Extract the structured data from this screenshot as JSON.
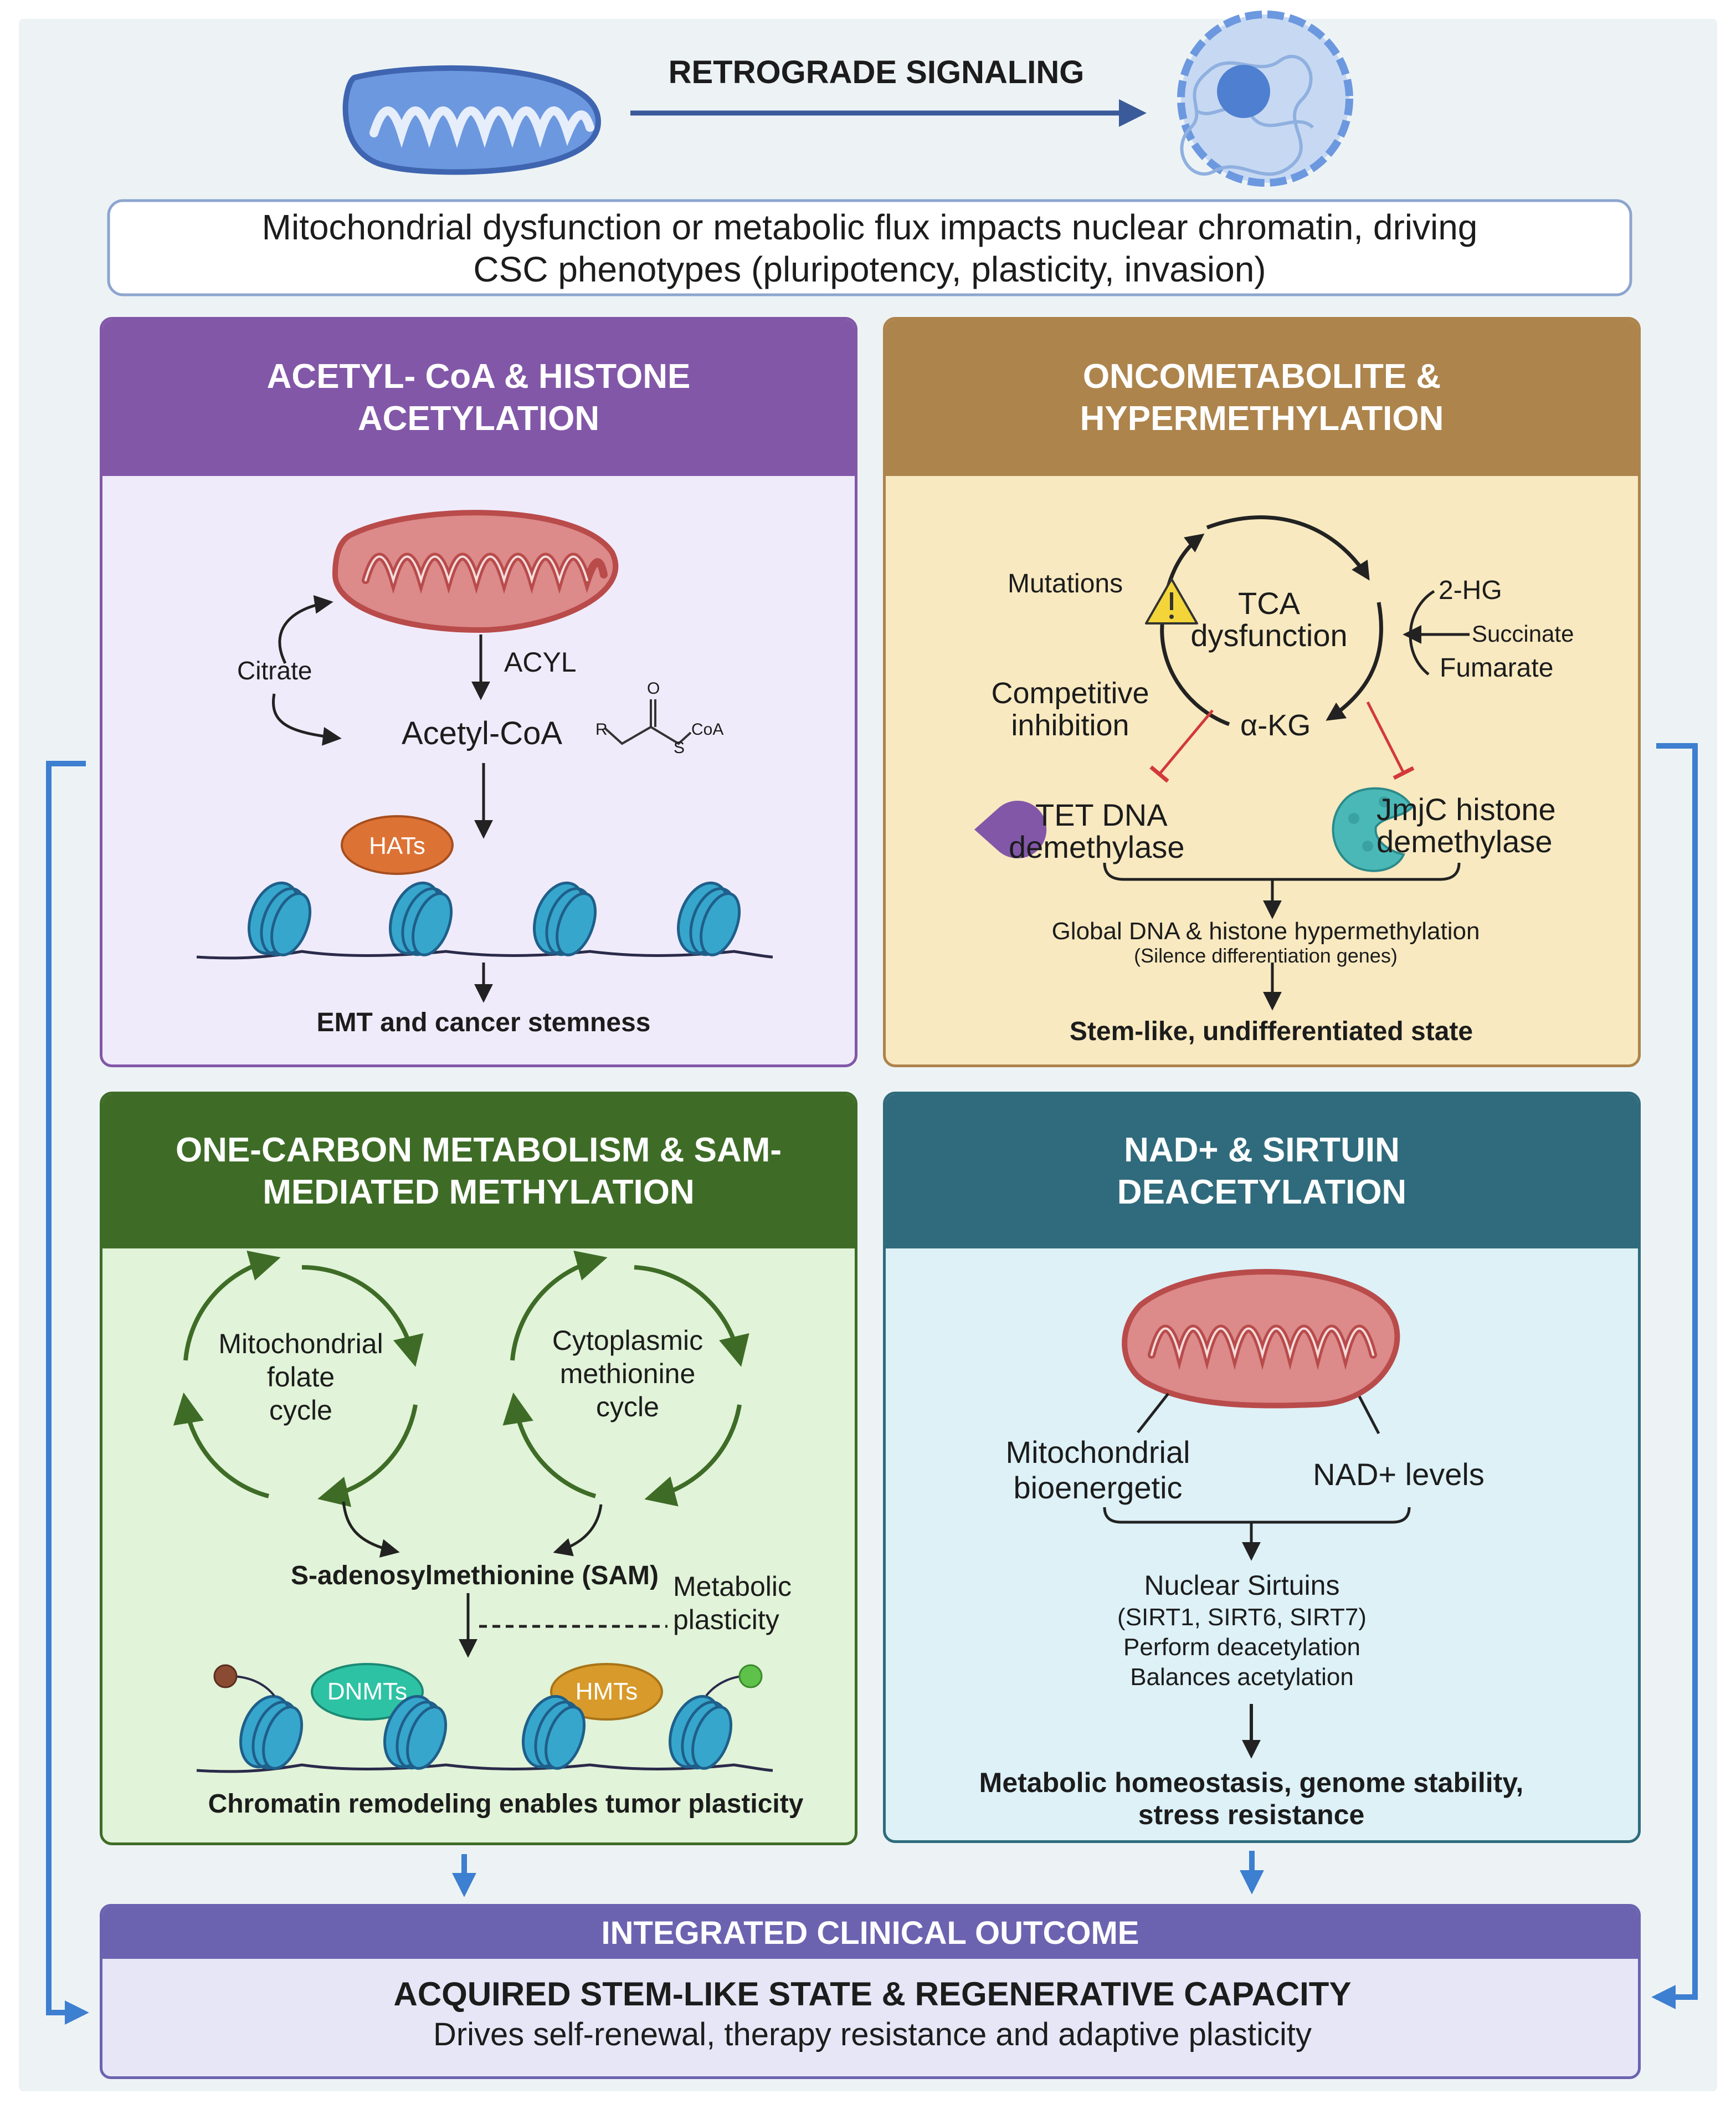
{
  "top": {
    "signaling_label": "RETROGRADE SIGNALING",
    "summary_line1": "Mitochondrial dysfunction or metabolic flux impacts nuclear chromatin, driving",
    "summary_line2": "CSC phenotypes (pluripotency, plasticity, invasion)"
  },
  "acetyl": {
    "title_line1": "ACETYL- CoA & HISTONE",
    "title_line2": "ACETYLATION",
    "citrate": "Citrate",
    "acyl": "ACYL",
    "acetyl_coa": "Acetyl-CoA",
    "struct_r": "R",
    "struct_o": "O",
    "struct_s": "S",
    "struct_coa": "CoA",
    "hats": "HATs",
    "outcome": "EMT and cancer stemness"
  },
  "onco": {
    "title_line1": "ONCOMETABOLITE &",
    "title_line2": "HYPERMETHYLATION",
    "mutations": "Mutations",
    "tca_line1": "TCA",
    "tca_line2": "dysfunction",
    "hg": "2-HG",
    "succinate": "Succinate",
    "fumarate": "Fumarate",
    "competitive_line1": "Competitive",
    "competitive_line2": "inhibition",
    "akg": "α-KG",
    "tet_line1": "TET DNA",
    "tet_line2": "demethylase",
    "jmjc_line1": "JmjC histone",
    "jmjc_line2": "demethylase",
    "global": "Global DNA & histone hypermethylation",
    "silence": "(Silence differentiation genes)",
    "outcome": "Stem-like, undifferentiated state"
  },
  "onecarbon": {
    "title_line1": "ONE-CARBON METABOLISM & SAM-",
    "title_line2": "MEDIATED METHYLATION",
    "folate_line1": "Mitochondrial",
    "folate_line2": "folate",
    "folate_line3": "cycle",
    "methionine_line1": "Cytoplasmic",
    "methionine_line2": "methionine",
    "methionine_line3": "cycle",
    "sam": "S-adenosylmethionine (SAM)",
    "metabolic_line1": "Metabolic",
    "metabolic_line2": "plasticity",
    "dnmts": "DNMTs",
    "hmts": "HMTs",
    "outcome": "Chromatin remodeling enables tumor plasticity"
  },
  "nad": {
    "title_line1": "NAD+ & SIRTUIN",
    "title_line2": "DEACETYLATION",
    "bio_line1": "Mitochondrial",
    "bio_line2": "bioenergetic",
    "nad_levels": "NAD+ levels",
    "sirt_line1": "Nuclear Sirtuins",
    "sirt_line2": "(SIRT1, SIRT6, SIRT7)",
    "sirt_line3": "Perform deacetylation",
    "sirt_line4": "Balances acetylation",
    "outcome_line1": "Metabolic homeostasis, genome stability,",
    "outcome_line2": "stress resistance"
  },
  "outcome": {
    "header": "INTEGRATED CLINICAL OUTCOME",
    "title": "ACQUIRED STEM-LIKE STATE & REGENERATIVE CAPACITY",
    "subtitle": "Drives self-renewal, therapy resistance and adaptive plasticity"
  },
  "colors": {
    "background": "#edf3f5",
    "acetyl_header": "#8257a8",
    "acetyl_body": "#f0ebfa",
    "onco_header": "#ad844c",
    "onco_body": "#f8e9c0",
    "onecarbon_header": "#3e6c27",
    "onecarbon_body": "#e1f3d8",
    "nad_header": "#2f6b7c",
    "nad_body": "#ddf1f7",
    "outcome_header": "#6b63b0",
    "outcome_body": "#e6e6f7",
    "flow_arrow": "#3d7fd0",
    "mito_blue": "#6c98df",
    "mito_red": "#b94b4b",
    "nucleosome": "#37a6cd",
    "cycle_green": "#3e6c27"
  }
}
